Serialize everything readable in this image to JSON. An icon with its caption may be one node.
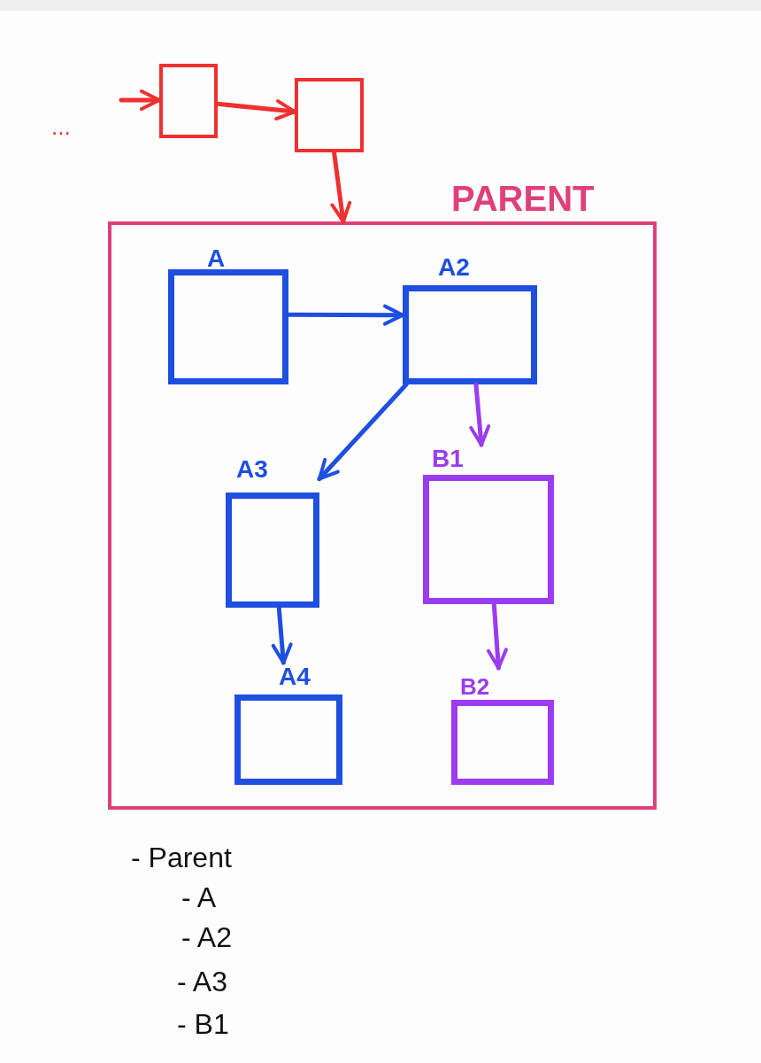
{
  "diagram": {
    "nodes": [
      {
        "text": [],
        "shape": "box"
      },
      {
        "text": [],
        "shape": "box"
      },
      {
        "text": [
          "PARENT"
        ]
      },
      {
        "text": [
          "A"
        ],
        "in": 2
      },
      {
        "text": [
          "A2"
        ],
        "in": 2
      },
      {
        "text": [
          "A3"
        ],
        "in": 2
      },
      {
        "text": [
          "B1"
        ],
        "in": 2
      },
      {
        "text": [
          "A4"
        ],
        "in": 2
      },
      {
        "text": [
          "B2"
        ],
        "in": 2
      }
    ],
    "edges": [
      {
        "from": null,
        "to": 0,
        "arrow": "to",
        "color": "#ee3030"
      },
      {
        "from": 0,
        "to": 1,
        "arrow": "to",
        "color": "#ee3030"
      },
      {
        "from": 1,
        "to": 2,
        "arrow": "to",
        "color": "#ee3030"
      },
      {
        "from": 3,
        "to": 4,
        "arrow": "to",
        "color": "#1f4fe0"
      },
      {
        "from": 4,
        "to": 5,
        "arrow": "to",
        "color": "#1f4fe0"
      },
      {
        "from": 4,
        "to": 6,
        "arrow": "to",
        "color": "#9b3cf0"
      },
      {
        "from": 5,
        "to": 7,
        "arrow": "to",
        "color": "#1f4fe0"
      },
      {
        "from": 6,
        "to": 8,
        "arrow": "to",
        "color": "#9b3cf0"
      }
    ],
    "labels": [
      "...",
      "- Parent",
      "- A",
      "- A2",
      "- A3",
      "- B1"
    ]
  }
}
